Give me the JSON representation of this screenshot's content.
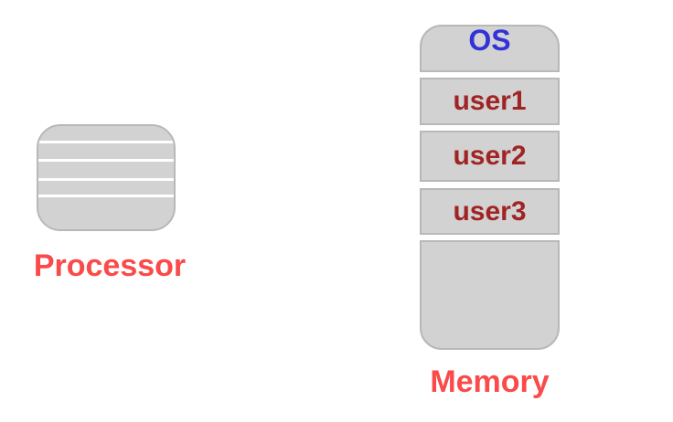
{
  "colors": {
    "label_red": "#fa4a4a",
    "user_dark_red": "#a02424",
    "os_blue": "#3232d9",
    "block_gray": "#d2d2d2",
    "block_border_gray": "#b8b8b8"
  },
  "processor": {
    "label": "Processor",
    "line_count": 4
  },
  "memory": {
    "label": "Memory",
    "segments": [
      {
        "label": "OS"
      },
      {
        "label": "user1"
      },
      {
        "label": "user2"
      },
      {
        "label": "user3"
      },
      {
        "label": ""
      }
    ]
  }
}
